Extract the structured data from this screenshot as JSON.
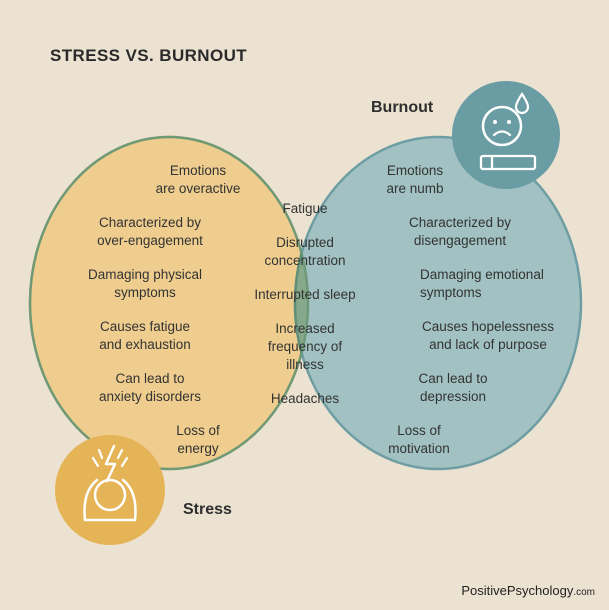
{
  "title": "STRESS VS. BURNOUT",
  "sets": {
    "burnout": {
      "name": "Burnout",
      "color": "#82abb0",
      "icon": "sad-face-cigarette-icon"
    },
    "stress": {
      "name": "Stress",
      "color": "#e9b860",
      "icon": "stressed-head-lightning-icon"
    }
  },
  "stress_items": [
    "Emotions\nare overactive",
    "Characterized by\nover-engagement",
    "Damaging physical\nsymptoms",
    "Causes fatigue\nand exhaustion",
    "Can lead to\nanxiety disorders",
    "Loss of\nenergy"
  ],
  "overlap_items": [
    "Fatigue",
    "Disrupted\nconcentration",
    "Interrupted sleep",
    "Increased\nfrequency of\nillness",
    "Headaches"
  ],
  "burnout_items": [
    "Emotions\nare numb",
    "Characterized by\ndisengagement",
    "Damaging emotional\nsymptoms",
    "Causes hopelessness\nand lack of purpose",
    "Can lead to\ndepression",
    "Loss of\nmotivation"
  ],
  "brand": {
    "main": "PositivePsychology",
    "suffix": ".com"
  }
}
